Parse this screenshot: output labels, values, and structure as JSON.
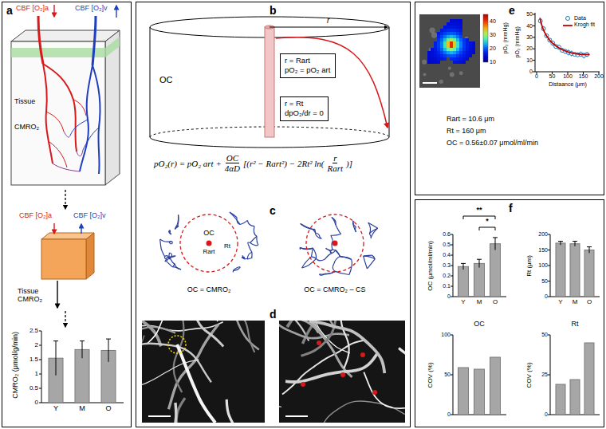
{
  "diagram": {
    "nodes": [
      {
        "text": [
          "a"
        ]
      },
      {
        "text": [
          "b",
          "c",
          "d"
        ]
      },
      {
        "text": [
          "r = Rart",
          "pO₂ = pO₂ art"
        ],
        "in": 1
      },
      {
        "text": [
          "r = Rt",
          "dpO₂/dr = 0"
        ],
        "in": 1
      },
      {
        "text": [
          "e"
        ]
      },
      {
        "text": [
          "f"
        ]
      }
    ],
    "labels": [
      "CBF [O₂]a",
      "CBF [O₂]v",
      "Tissue",
      "CMRO₂",
      "CBF [O₂]a",
      "CBF [O₂]v",
      "Tissue CMRO₂",
      "CMRO₂ (μmol/g/min)",
      "0",
      "0.5",
      "1",
      "1.5",
      "2",
      "2.5",
      "Y",
      "M",
      "O",
      "OC",
      "r",
      "pO₂(r) = pO₂ art +",
      "OC",
      "4αD",
      "[(r² − Rart²) − 2Rt² ln(",
      "r",
      "Rart",
      ")]",
      "OC",
      "Rart",
      "Rt",
      "OC = CMRO₂",
      "OC = CMRO₂ – CS",
      "pO₂ (mmHg)",
      "40",
      "30",
      "20",
      "10",
      "pO₂ (mmHg)",
      "0",
      "10",
      "20",
      "30",
      "40",
      "50",
      "0",
      "50",
      "100",
      "150",
      "200",
      "Distaance (μm)",
      "Rart = 10.6 μm",
      "Rt = 160 μm",
      "OC = 0.56±0.07 μmol/ml/min",
      "OC (μmol/ml/min)",
      "0",
      "0.1",
      "0.2",
      "0.3",
      "0.4",
      "0.5",
      "0.6",
      "Y",
      "M",
      "O",
      "**",
      "*",
      "Rt (μm)",
      "0",
      "50",
      "100",
      "150",
      "200",
      "Y",
      "M",
      "O",
      "OC",
      "COV (%)",
      "0",
      "50",
      "100",
      "Rt",
      "COV (%)",
      "0",
      "25",
      "50"
    ],
    "legend": [
      {
        "text": "Data"
      },
      {
        "text": "Krogh fit"
      }
    ]
  }
}
